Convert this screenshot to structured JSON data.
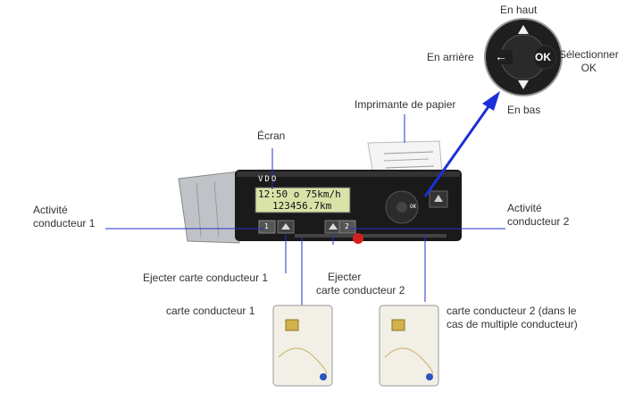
{
  "labels": {
    "top": "En haut",
    "back": "En arrière",
    "select_line1": "Sélectionner",
    "select_line2": "OK",
    "bottom": "En bas",
    "printer": "Imprimante de papier",
    "screen": "Écran",
    "activity1_line1": "Activité",
    "activity1_line2": "conducteur 1",
    "activity2_line1": "Activité",
    "activity2_line2": "conducteur 2",
    "eject1": "Ejecter carte conducteur 1",
    "eject2_line1": "Ejecter",
    "eject2_line2": "carte conducteur 2",
    "card1": "carte conducteur 1",
    "card2_line1": "carte conducteur 2 (dans le",
    "card2_line2": "cas de multiple conducteur)"
  },
  "device": {
    "brand": "VDO",
    "lcd_line1": "12:50  o   75km/h",
    "lcd_line2": "123456.7km",
    "button1": "1",
    "button2": "2",
    "ok_small": "OK"
  },
  "nav_pad": {
    "ok": "OK",
    "back_symbol": "←"
  },
  "colors": {
    "arrow": "#1d2fd6",
    "pointer_line": "#2233cc",
    "device_body": "#1a1a1a",
    "lcd": "#d9e3a8"
  }
}
